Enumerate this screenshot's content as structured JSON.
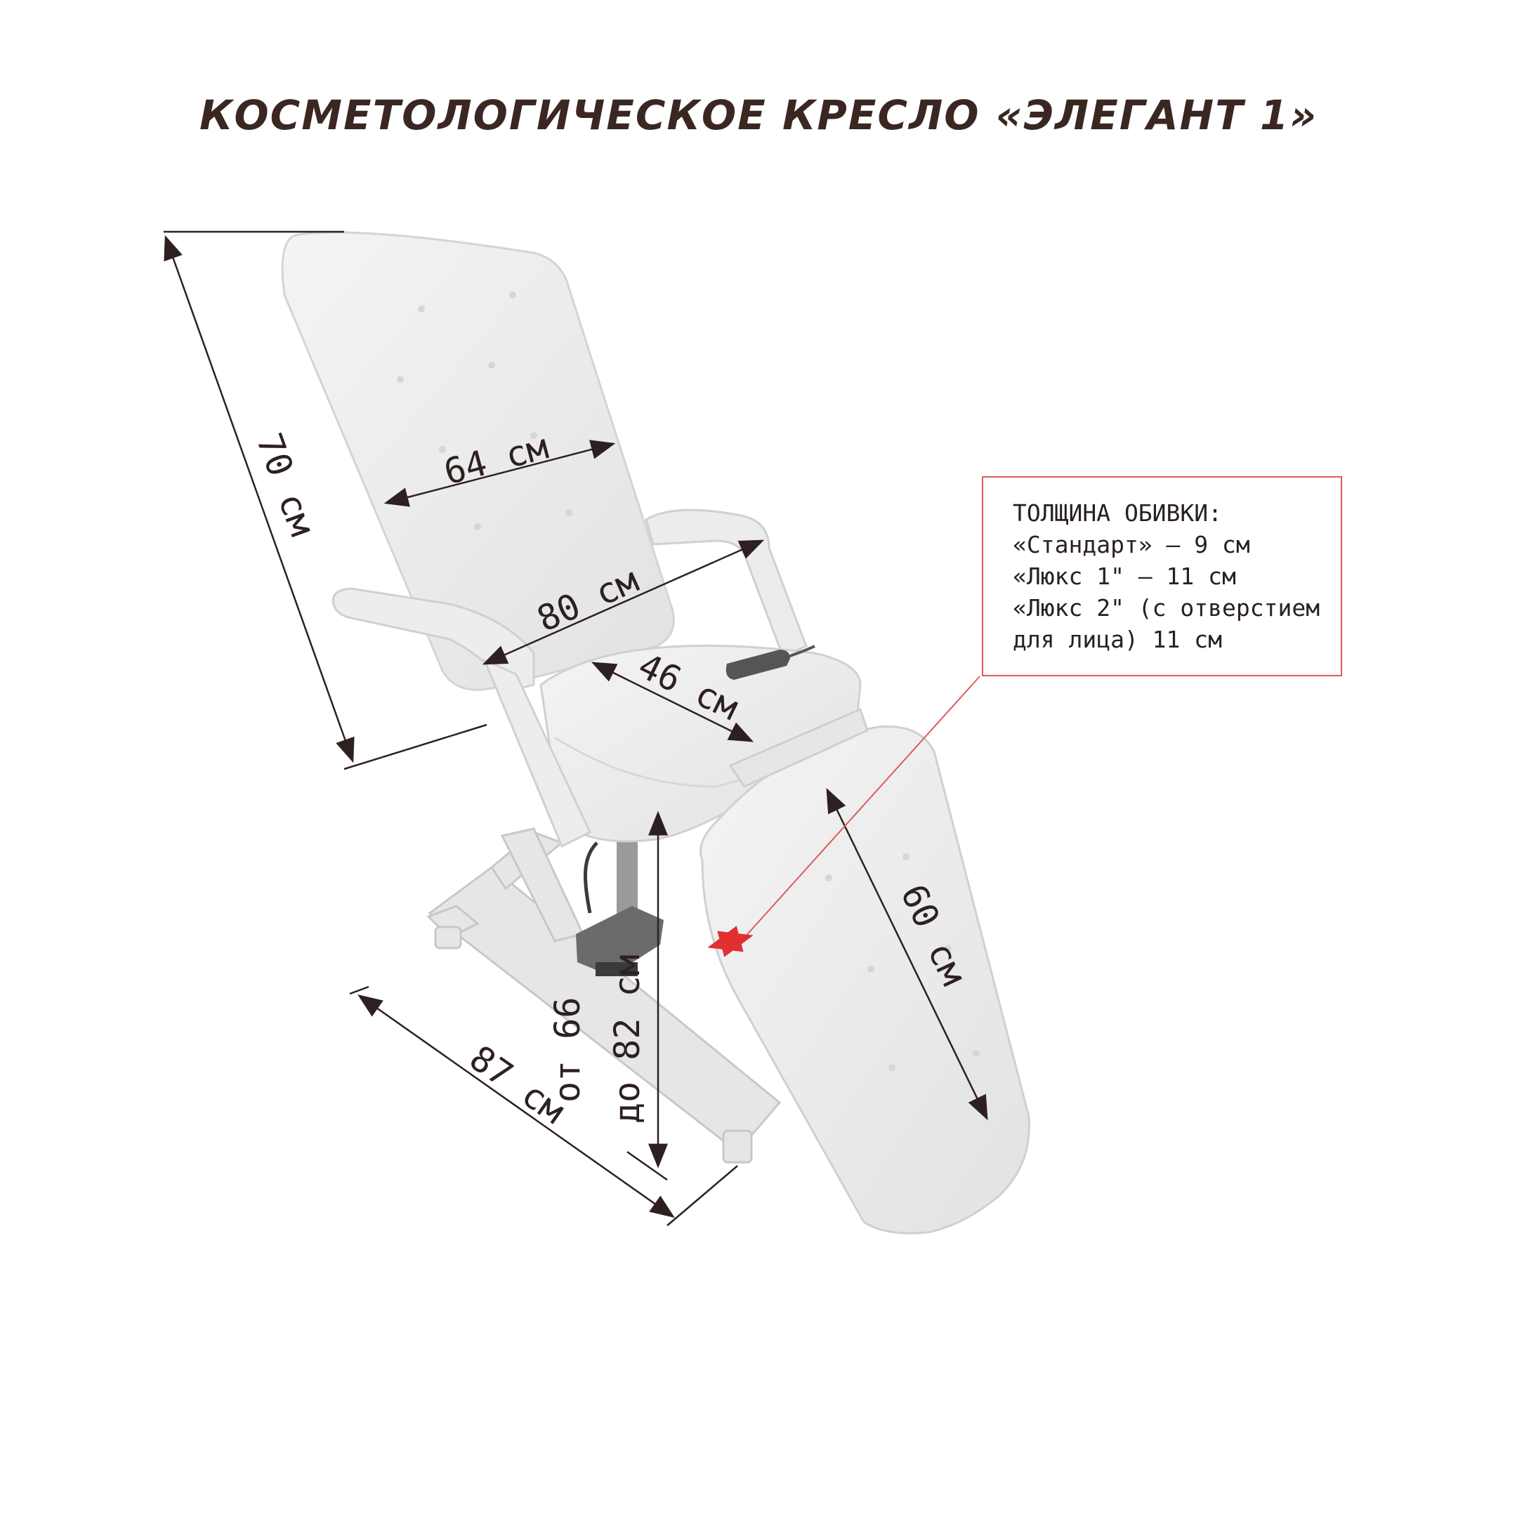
{
  "title": "КОСМЕТОЛОГИЧЕСКОЕ КРЕСЛО «ЭЛЕГАНТ 1»",
  "dimensions": {
    "backrest_length": "70 см",
    "backrest_width": "64 см",
    "armrest_width": "80 см",
    "seat_depth": "46 см",
    "footrest_length": "60 см",
    "base_length": "87 см",
    "height_from": "от 66",
    "height_to": "до 82 см"
  },
  "upholstery": {
    "heading": "ТОЛЩИНА ОБИВКИ:",
    "lines": [
      "«Стандарт» – 9 см",
      "«Люкс 1\" – 11 см",
      "«Люкс 2\" (с отверстием",
      "для лица) 11 см"
    ]
  },
  "colors": {
    "dimension_line": "#2e2020",
    "callout": "#e05a5a",
    "upholstery": "#ededed",
    "frame": "#e4e4e4",
    "pump": "#6b6b6b"
  }
}
